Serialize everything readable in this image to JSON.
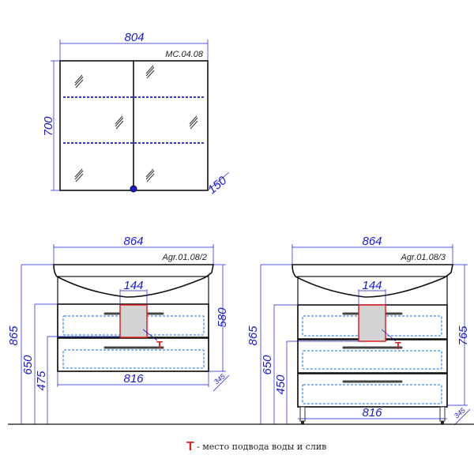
{
  "mirror": {
    "model": "MC.04.08",
    "width": "804",
    "height": "700",
    "depth": "150"
  },
  "cabinet_left": {
    "model": "Agr.01.08/2",
    "width_top": "864",
    "width_body": "816",
    "cutout": "144",
    "body_height": "580",
    "total_height": "865",
    "drawer_height": "650",
    "connection_height": "475",
    "depth": "345"
  },
  "cabinet_right": {
    "model": "Agr.01.08/3",
    "width_top": "864",
    "width_body": "816",
    "cutout": "144",
    "body_height": "765",
    "total_height": "865",
    "drawer_height": "650",
    "connection_height": "450",
    "depth": "345"
  },
  "legend": {
    "symbol": "T",
    "text": "- место подвода воды и слив"
  },
  "colors": {
    "dimension": "#1a1ad0",
    "connection": "#e02020",
    "led": "#3a8ef0"
  }
}
